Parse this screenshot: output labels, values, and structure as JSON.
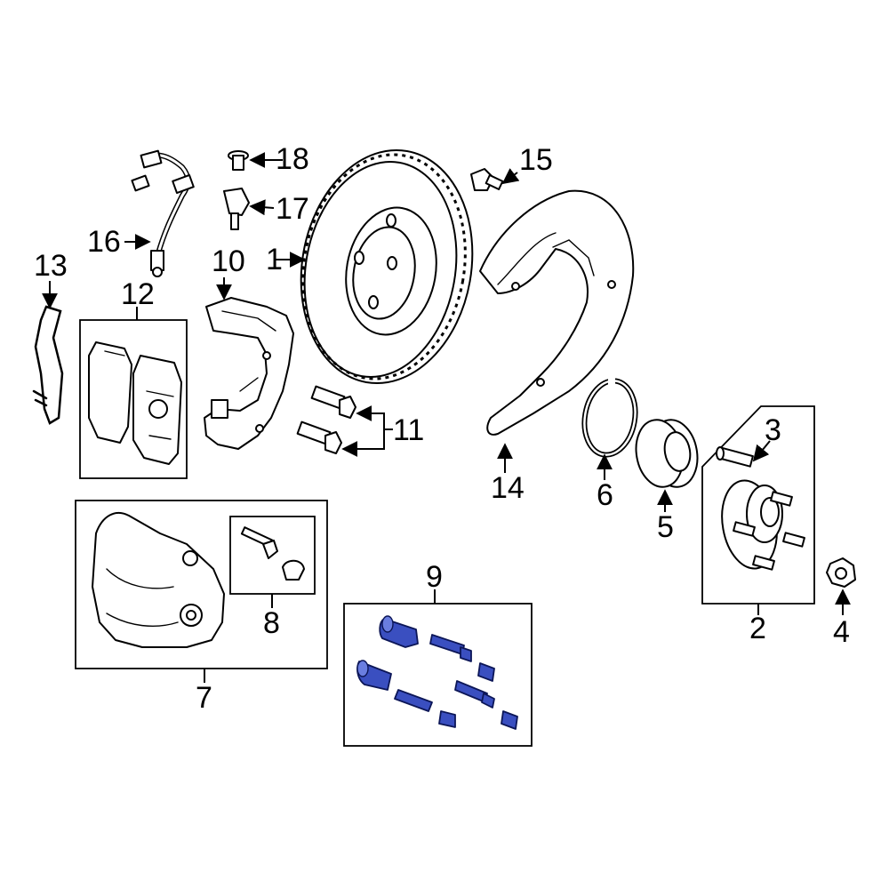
{
  "diagram": {
    "callouts": [
      {
        "id": "1",
        "label": "1"
      },
      {
        "id": "2",
        "label": "2"
      },
      {
        "id": "3",
        "label": "3"
      },
      {
        "id": "4",
        "label": "4"
      },
      {
        "id": "5",
        "label": "5"
      },
      {
        "id": "6",
        "label": "6"
      },
      {
        "id": "7",
        "label": "7"
      },
      {
        "id": "8",
        "label": "8"
      },
      {
        "id": "9",
        "label": "9"
      },
      {
        "id": "10",
        "label": "10"
      },
      {
        "id": "11",
        "label": "11"
      },
      {
        "id": "12",
        "label": "12"
      },
      {
        "id": "13",
        "label": "13"
      },
      {
        "id": "14",
        "label": "14"
      },
      {
        "id": "15",
        "label": "15"
      },
      {
        "id": "16",
        "label": "16"
      },
      {
        "id": "17",
        "label": "17"
      },
      {
        "id": "18",
        "label": "18"
      }
    ],
    "highlighted_part": "9",
    "colors": {
      "line": "#000000",
      "background": "#ffffff",
      "highlight_fill": "#3a4fc0",
      "highlight_stroke": "#0c1657"
    }
  }
}
